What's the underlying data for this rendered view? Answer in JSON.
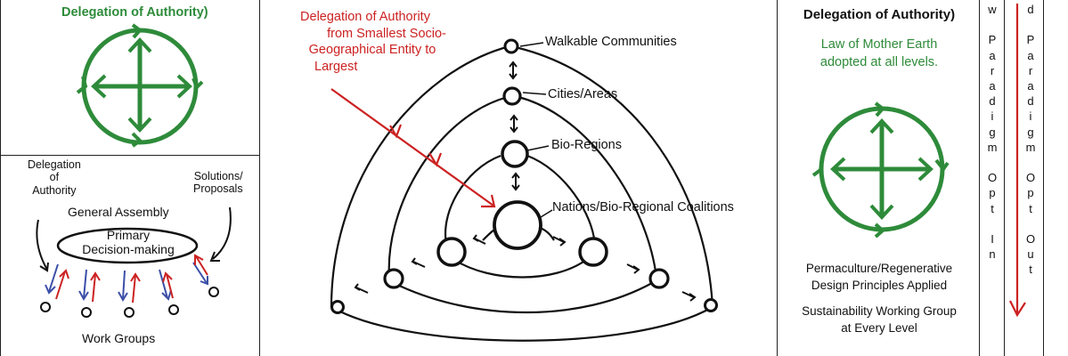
{
  "top_left_panel": {
    "title": "Delegation of Authority)"
  },
  "bottom_left_panel": {
    "delegation_lines": [
      "Delegation",
      "of",
      "Authority"
    ],
    "solutions_lines": [
      "Solutions/",
      "Proposals"
    ],
    "general_assembly": "General Assembly",
    "primary_lines": [
      "Primary",
      "Decision-making"
    ],
    "work_groups": "Work Groups"
  },
  "center_panel": {
    "red_caption_lines": [
      "Delegation of Authority",
      "from Smallest Socio-",
      "Geographical Entity to",
      "Largest"
    ],
    "levels": {
      "walkable": "Walkable Communities",
      "cities": "Cities/Areas",
      "bioregions": "Bio-Regions",
      "nations": "Nations/Bio-Regional Coalitions"
    }
  },
  "right_panel": {
    "title": "Delegation of Authority)",
    "law_lines": [
      "Law of Mother Earth",
      "adopted at all levels."
    ],
    "permaculture_lines": [
      "Permaculture/Regenerative",
      "Design Principles Applied"
    ],
    "sustainability_lines": [
      "Sustainability Working Group",
      "at Every Level"
    ]
  },
  "columns": {
    "opt_in": [
      "w",
      "",
      "P",
      "a",
      "r",
      "a",
      "d",
      "i",
      "g",
      "m",
      "",
      "O",
      "p",
      "t",
      "",
      "I",
      "n"
    ],
    "opt_out": [
      "d",
      "",
      "P",
      "a",
      "r",
      "a",
      "d",
      "i",
      "g",
      "m",
      "",
      "O",
      "p",
      "t",
      "",
      "O",
      "u",
      "t"
    ]
  },
  "colors": {
    "green": "#2e8b3a",
    "red": "#cc2222",
    "blue": "#3b4fa8",
    "black": "#111111"
  }
}
